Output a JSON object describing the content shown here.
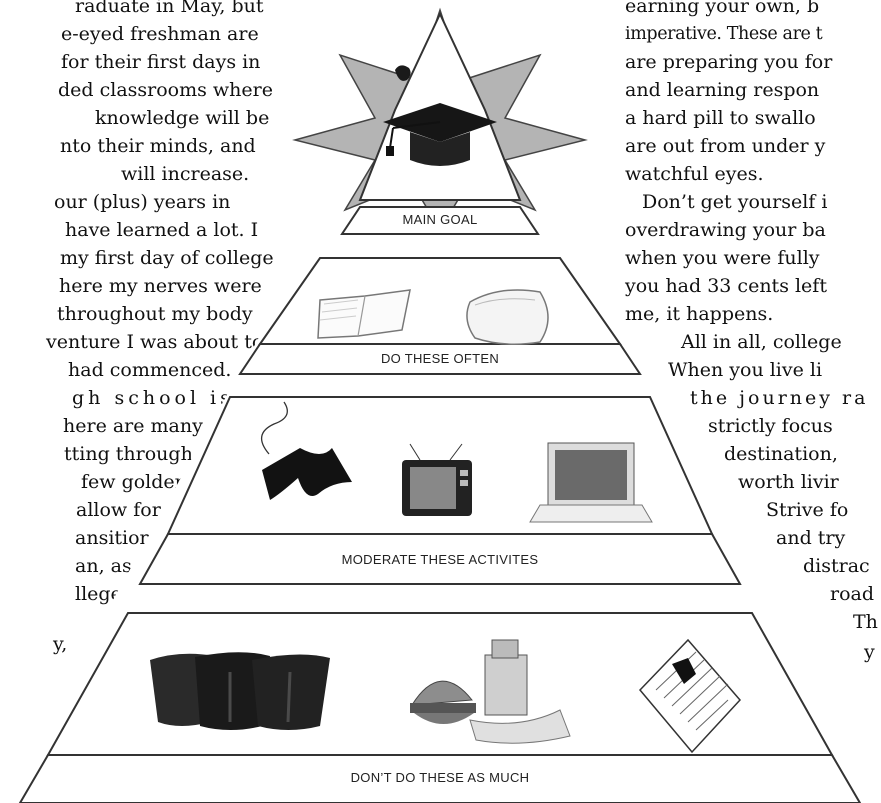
{
  "left_column": [
    "raduate in May, but",
    "e-eyed freshman are",
    "for their first days in",
    "ded classrooms where",
    "knowledge will be",
    "nto their minds, and",
    "will increase.",
    "our (plus) years in",
    "have learned a lot. I",
    "my first day of college",
    "here my nerves were",
    "throughout my body",
    "venture I was about to",
    "had commenced.",
    "gh school is",
    "here are many",
    "tting through",
    "few golden",
    "allow for",
    "ansition",
    "an, as",
    "llege",
    "y,"
  ],
  "right_column": [
    "earning your own, b",
    "imperative. These are t",
    "are preparing you for",
    "and learning respon",
    "a hard pill to swallo",
    "are out from under y",
    "watchful eyes.",
    "Don’t get yourself i",
    "overdrawing your ba",
    "when you were fully",
    "you had 33 cents left",
    "me, it happens.",
    "All in all, college",
    "When you live li",
    "the journey ra",
    "strictly focus",
    "destination,",
    "worth livir",
    "Strive fo",
    "and try",
    "distrac",
    "road",
    "Th",
    "y"
  ],
  "pyramid": {
    "tiers": [
      {
        "label": "MAIN GOAL"
      },
      {
        "label": "DO THESE OFTEN"
      },
      {
        "label": "MODERATE THESE ACTIVITES"
      },
      {
        "label": "DON’T DO THESE AS MUCH"
      }
    ],
    "icons": [
      "graduation-cap-icon",
      "book-icon",
      "pillow-icon",
      "video-game-controller-icon",
      "television-icon",
      "laptop-icon",
      "cups-icon",
      "fast-food-icon",
      "notepad-icon"
    ]
  },
  "colors": {
    "star": "#b0b0b0",
    "ink": "#111111",
    "cap": "#151515"
  }
}
